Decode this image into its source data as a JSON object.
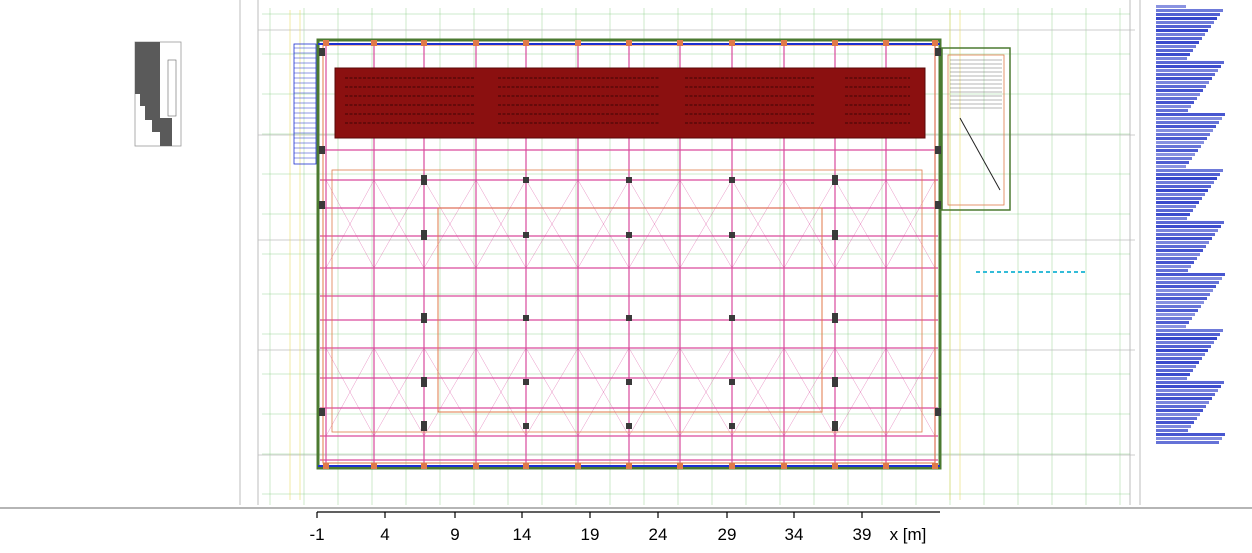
{
  "colors": {
    "seating": "#8b1010",
    "seating_edge": "#5a0808",
    "grid_pink": "#d94a9c",
    "grid_green": "#6fc46a",
    "grid_yellow": "#e6d64a",
    "wall": "#4b7a30",
    "column": "#3a3a3a",
    "cyan": "#33bcd8",
    "blue": "#1c2fd0",
    "orange": "#e07a4a",
    "gray": "#bdbdbd"
  },
  "axis": {
    "unit_label": "x [m]",
    "ticks": [
      "-1",
      "4",
      "9",
      "14",
      "19",
      "24",
      "29",
      "34",
      "39"
    ]
  },
  "icons": {
    "section_thumbnail": "stepped-section-icon",
    "legend_panel": "drawing-legend-text"
  }
}
